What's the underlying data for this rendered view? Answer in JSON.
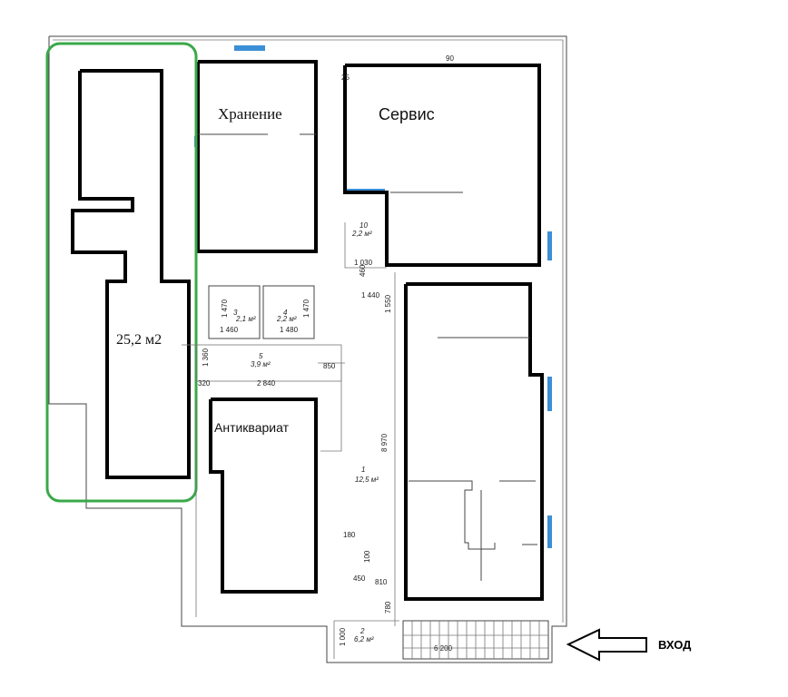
{
  "rooms": {
    "storage": "Хранение",
    "service": "Сервис",
    "antiques": "Антиквариат",
    "highlighted_area": "25,2 м2"
  },
  "areas": {
    "wc1": "2,1 м²",
    "wc2": "2,2 м²",
    "corridor_small": "3,9 м²",
    "passage": "2,2 м²",
    "hall": "12,5 м²",
    "vestibule": "6,2 м²"
  },
  "room_numbers": {
    "wc1": "3",
    "wc2": "4",
    "corridor_small": "5",
    "passage": "10",
    "hall": "1",
    "vestibule": "2"
  },
  "dimensions": {
    "d1470a": "1 470",
    "d1470b": "1 470",
    "d1460": "1 460",
    "d1480": "1 480",
    "d1360": "1 360",
    "d320": "320",
    "d2840": "2 840",
    "d850": "850",
    "d1030": "1 030",
    "d460": "460",
    "d1440": "1 440",
    "d1550": "1 550",
    "d8970": "8 970",
    "d180": "180",
    "d100": "100",
    "d450": "450",
    "d810": "810",
    "d780": "780",
    "d1000": "1 000",
    "d6200": "6 200",
    "d90": "90",
    "d25": "25"
  },
  "entrance": {
    "label": "ВХОД"
  },
  "colors": {
    "highlight": "#3aa84a",
    "window": "#3b8fd6",
    "walls": "#000000"
  }
}
